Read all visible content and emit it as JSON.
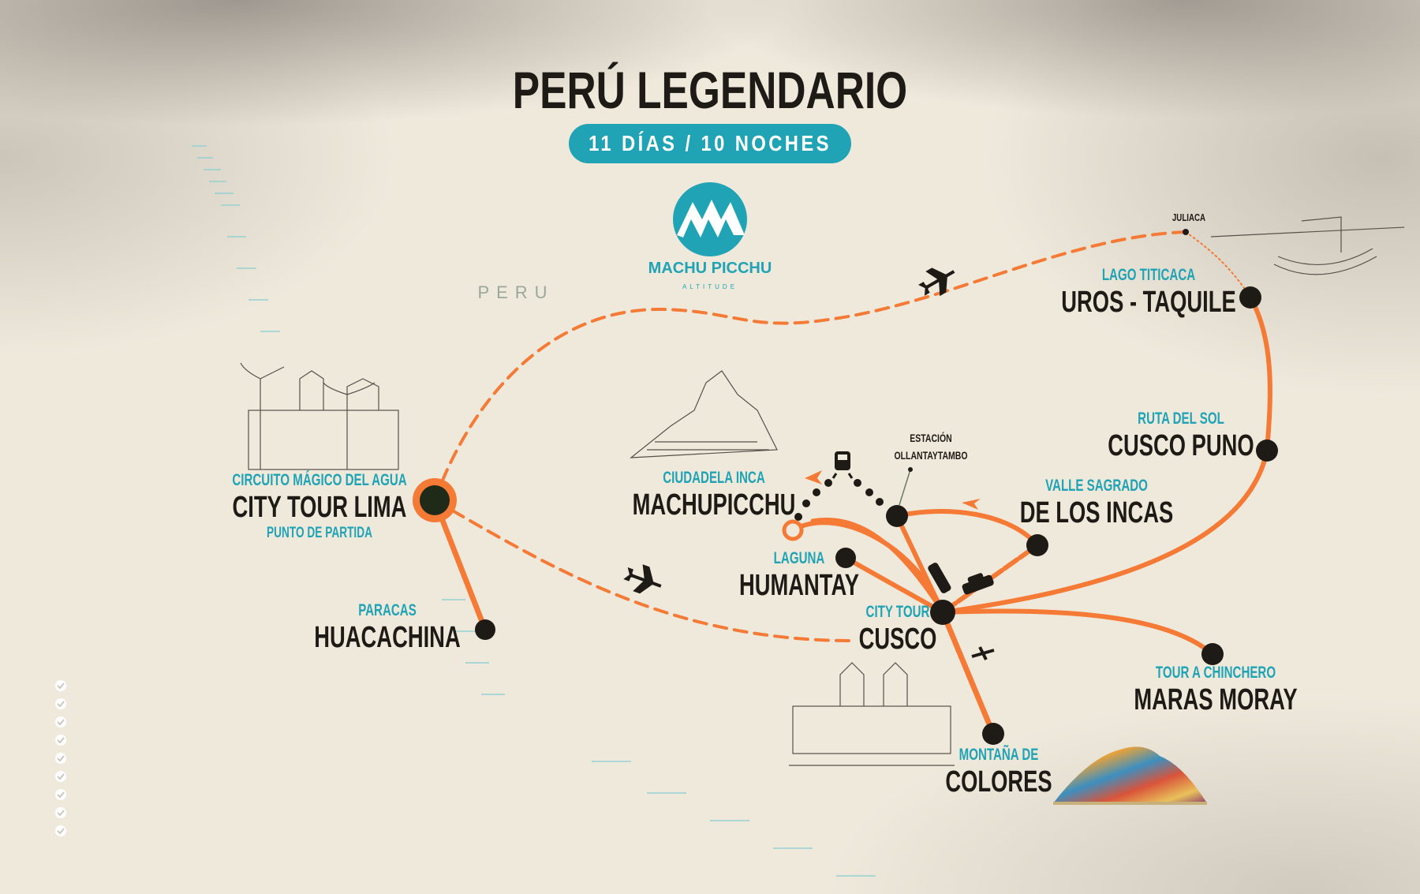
{
  "header": {
    "title": "PERÚ LEGENDARIO",
    "duration": "11 DÍAS / 10 NOCHES"
  },
  "brand": {
    "name": "MACHU PICCHU",
    "tagline": "ALTITUDE",
    "color": "#1fa3b5"
  },
  "map": {
    "country_label": "PERU",
    "route_color": "#f47a35",
    "accent_color": "#1fa3b5",
    "stops": [
      {
        "id": "lima",
        "subtitle": "CIRCUITO MÁGICO DEL AGUA",
        "name": "CITY TOUR LIMA",
        "note": "PUNTO DE PARTIDA"
      },
      {
        "id": "huacachina",
        "subtitle": "PARACAS",
        "name": "HUACACHINA"
      },
      {
        "id": "machupicchu",
        "subtitle": "CIUDADELA INCA",
        "name": "MACHUPICCHU"
      },
      {
        "id": "humantay",
        "subtitle": "LAGUNA",
        "name": "HUMANTAY"
      },
      {
        "id": "cusco",
        "subtitle": "CITY TOUR",
        "name": "CUSCO"
      },
      {
        "id": "valle",
        "subtitle": "VALLE SAGRADO",
        "name": "DE LOS INCAS"
      },
      {
        "id": "puno",
        "subtitle": "RUTA DEL SOL",
        "name": "CUSCO PUNO"
      },
      {
        "id": "uros",
        "subtitle": "LAGO TITICACA",
        "name": "UROS - TAQUILE"
      },
      {
        "id": "maras",
        "subtitle": "TOUR A CHINCHERO",
        "name": "MARAS MORAY"
      },
      {
        "id": "colores",
        "subtitle": "MONTAÑA DE",
        "name": "COLORES"
      }
    ],
    "waypoints": {
      "ollantaytambo": [
        "ESTACIÓN",
        "OLLANTAYTAMBO"
      ],
      "juliaca": "JULIACA"
    },
    "icons": [
      "plane-icon",
      "plane-icon",
      "train-icon",
      "car-icon",
      "car-icon",
      "hiker-icon"
    ]
  },
  "checklist": {
    "count": 9,
    "icon": "check-circle-icon"
  }
}
